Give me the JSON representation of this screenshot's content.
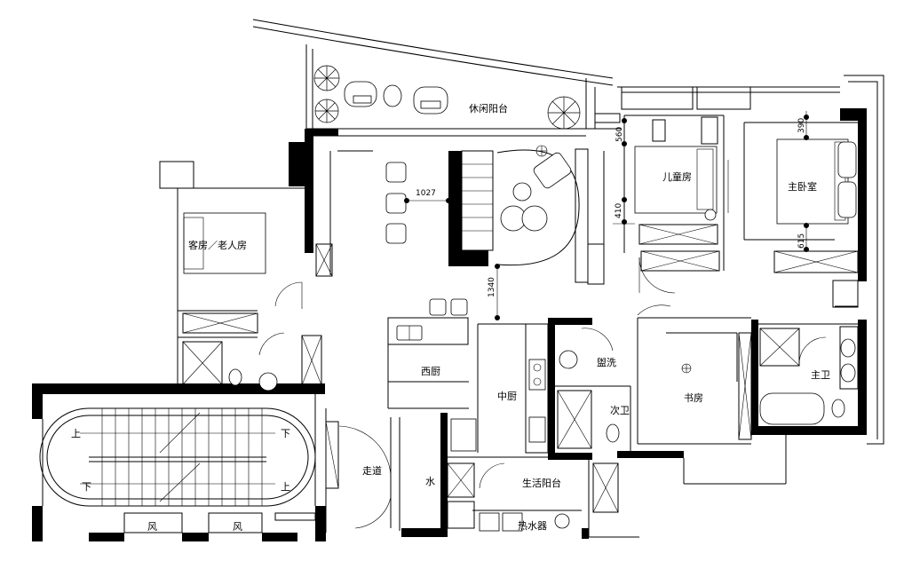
{
  "rooms": {
    "leisure_balcony": "休闲阳台",
    "kids_room": "儿童房",
    "master_bedroom": "主卧室",
    "guest_room": "客房／老人房",
    "western_kitchen": "西厨",
    "chinese_kitchen": "中厨",
    "washroom": "盥洗",
    "guest_bath": "次卫",
    "study": "书房",
    "master_bath": "主卫",
    "corridor": "走道",
    "water": "水",
    "service_balcony": "生活阳台",
    "water_heater": "热水器"
  },
  "stairs": {
    "down_top": "下",
    "up_top": "上",
    "down_bottom": "下",
    "up_bottom": "上"
  },
  "shafts": {
    "left": "风",
    "right": "风"
  },
  "dimensions": {
    "dim_1027": "1027",
    "dim_1340": "1340",
    "dim_560": "560",
    "dim_410": "410",
    "dim_390": "390",
    "dim_615": "615"
  }
}
